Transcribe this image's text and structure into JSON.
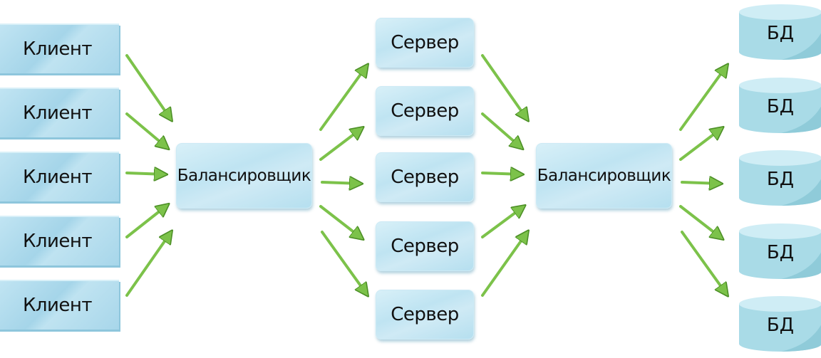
{
  "diagram": {
    "clients": [
      "Клиент",
      "Клиент",
      "Клиент",
      "Клиент",
      "Клиент"
    ],
    "balancers": [
      "Балансировщик",
      "Балансировщик"
    ],
    "servers": [
      "Сервер",
      "Сервер",
      "Сервер",
      "Сервер",
      "Сервер"
    ],
    "databases": [
      "БД",
      "БД",
      "БД",
      "БД",
      "БД"
    ]
  },
  "colors": {
    "arrow": "#7cc24a",
    "arrow_dark": "#4c8f26",
    "box": "#bfe4f2",
    "db": "#a9dbe7"
  }
}
